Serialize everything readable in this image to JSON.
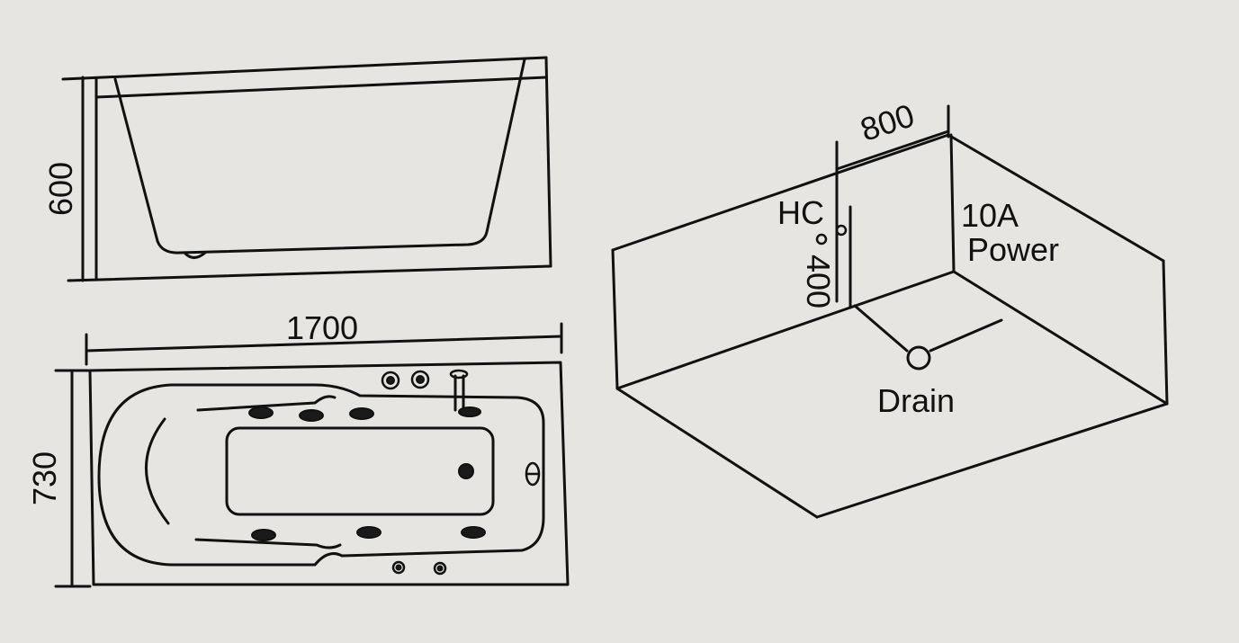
{
  "side_view": {
    "height_label": "600"
  },
  "top_view": {
    "length_label": "1700",
    "width_label": "730"
  },
  "box_view": {
    "depth_label": "800",
    "offset_label": "400",
    "hc_label": "HC",
    "power_amp_label": "10A",
    "power_label": "Power",
    "drain_label": "Drain"
  }
}
